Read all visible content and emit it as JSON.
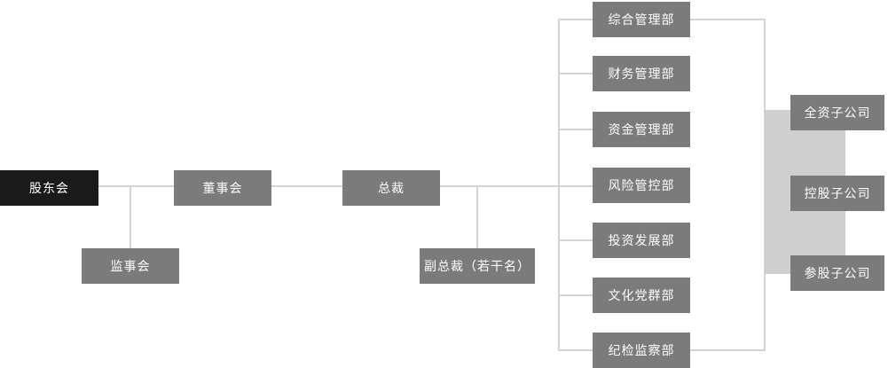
{
  "colors": {
    "node_bg": "#7b7b7b",
    "root_node_bg": "#1a1a1a",
    "node_text": "#ffffff",
    "line": "#d4d4d4",
    "panel": "#cfcfcf",
    "background": "#ffffff"
  },
  "org_chart": {
    "nodes": {
      "shareholders_meeting": "股东会",
      "supervisory_board": "监事会",
      "board_of_directors": "董事会",
      "president": "总裁",
      "vice_presidents": "副总裁（若干名）"
    },
    "departments": [
      "综合管理部",
      "财务管理部",
      "资金管理部",
      "风险管控部",
      "投资发展部",
      "文化党群部",
      "纪检监察部"
    ],
    "subsidiaries": [
      "全资子公司",
      "控股子公司",
      "参股子公司"
    ]
  }
}
